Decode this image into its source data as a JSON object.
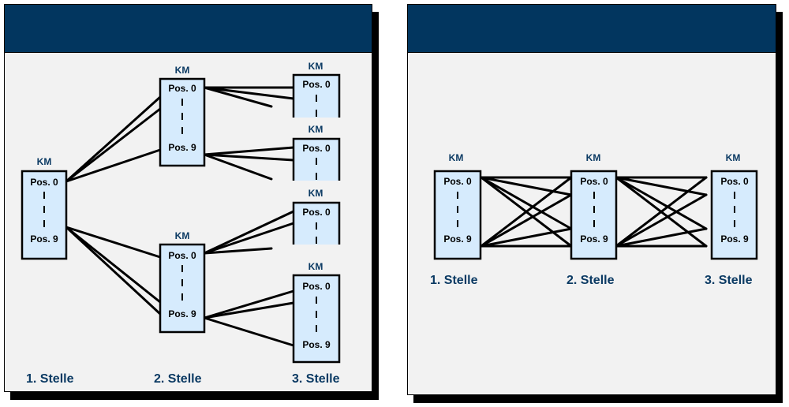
{
  "colors": {
    "header": "#02365f",
    "panel_bg": "#f2f2f2",
    "box_fill": "#d6ebfd",
    "label_blue": "#0b3a63"
  },
  "labels": {
    "km": "KM",
    "pos_first": "Pos. 0",
    "pos_last": "Pos. 9",
    "stelle": [
      "1. Stelle",
      "2. Stelle",
      "3. Stelle"
    ]
  },
  "left_diagram": {
    "title": "",
    "description": "Tree structure: 1 KM at position 1 branches to 2 KMs at position 2, each branching to 2 KMs at position 3",
    "levels": [
      {
        "level": "1. Stelle",
        "nodes": 1
      },
      {
        "level": "2. Stelle",
        "nodes": 2
      },
      {
        "level": "3. Stelle",
        "nodes": 4
      }
    ]
  },
  "right_diagram": {
    "title": "",
    "description": "Single KM per position, fully cross-connected between adjacent positions",
    "levels": [
      {
        "level": "1. Stelle",
        "nodes": 1
      },
      {
        "level": "2. Stelle",
        "nodes": 1
      },
      {
        "level": "3. Stelle",
        "nodes": 1
      }
    ]
  }
}
